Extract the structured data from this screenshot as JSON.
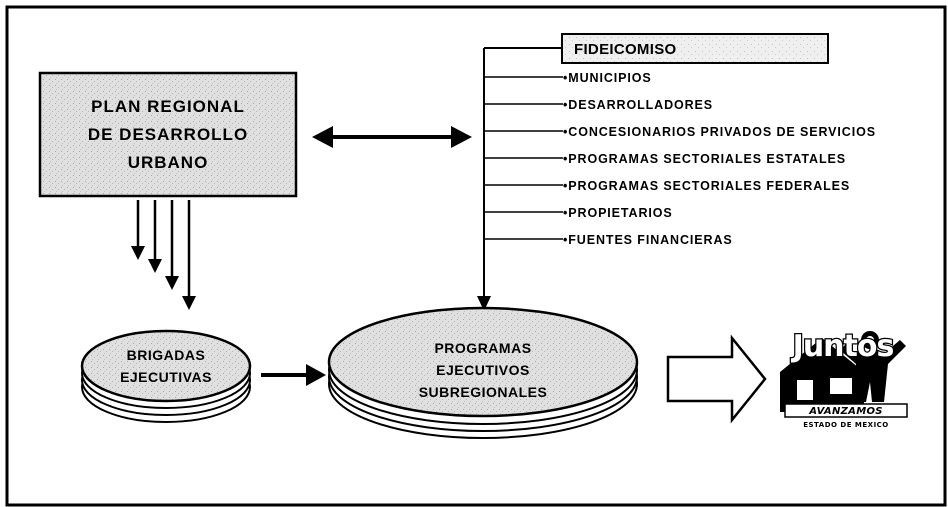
{
  "plan": {
    "line1": "PLAN REGIONAL",
    "line2": "DE DESARROLLO",
    "line3": "URBANO"
  },
  "fideicomiso": "FIDEICOMISO",
  "participants": [
    "•MUNICIPIOS",
    "•DESARROLLADORES",
    "•CONCESIONARIOS PRIVADOS DE SERVICIOS",
    "•PROGRAMAS SECTORIALES ESTATALES",
    "•PROGRAMAS SECTORIALES FEDERALES",
    "•PROPIETARIOS",
    "•FUENTES FINANCIERAS"
  ],
  "brigadas": {
    "line1": "BRIGADAS",
    "line2": "EJECUTIVAS"
  },
  "programas": {
    "line1": "PROGRAMAS",
    "line2": "EJECUTIVOS",
    "line3": "SUBREGIONALES"
  },
  "logo": {
    "word": "Juntos",
    "sub1": "AVANZAMOS",
    "sub2": "ESTADO DE MEXICO"
  },
  "colors": {
    "ink": "#000000",
    "fill_gray": "#dcdcdc",
    "fill_light": "#f2f2f2"
  }
}
